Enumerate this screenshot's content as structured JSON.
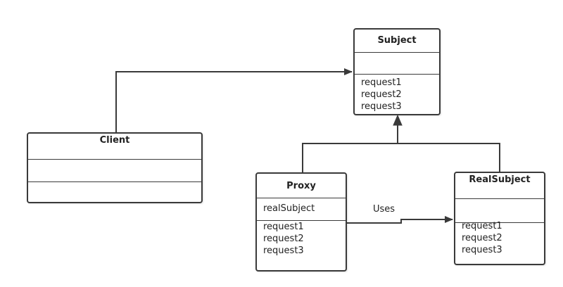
{
  "classes": {
    "subject": {
      "name": "Subject",
      "attributes": [],
      "operations": [
        "request1",
        "request2",
        "request3"
      ]
    },
    "client": {
      "name": "Client",
      "attributes": [],
      "operations": []
    },
    "proxy": {
      "name": "Proxy",
      "attributes": [
        "realSubject"
      ],
      "operations": [
        "request1",
        "request2",
        "request3"
      ]
    },
    "real_subject": {
      "name": "RealSubject",
      "attributes": [],
      "operations": [
        "request1",
        "request2",
        "request3"
      ]
    }
  },
  "relations": {
    "uses_label": "Uses"
  },
  "colors": {
    "line": "#3a3a3a",
    "background": "#ffffff"
  }
}
